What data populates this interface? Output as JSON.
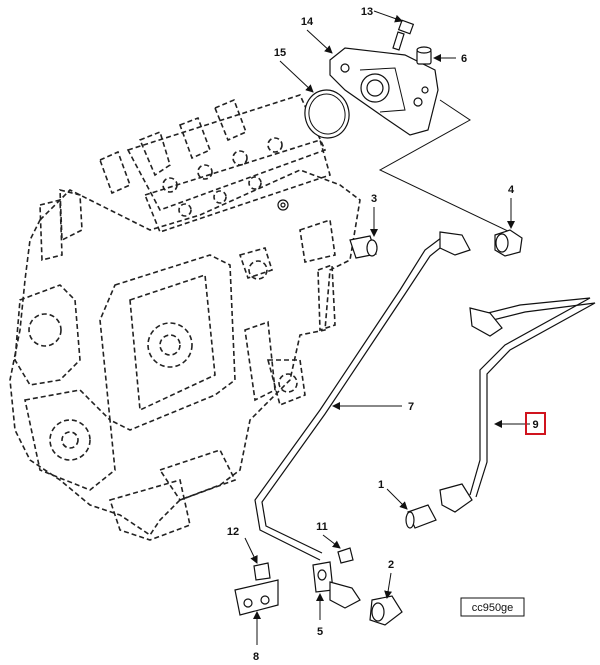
{
  "diagram": {
    "reference_code": "cc950ge",
    "highlight_color": "#d0141e",
    "highlighted_callout": "9",
    "callouts": [
      {
        "id": "c13",
        "label": "13"
      },
      {
        "id": "c14",
        "label": "14"
      },
      {
        "id": "c6",
        "label": "6"
      },
      {
        "id": "c15",
        "label": "15"
      },
      {
        "id": "c4",
        "label": "4"
      },
      {
        "id": "c3",
        "label": "3"
      },
      {
        "id": "c7",
        "label": "7"
      },
      {
        "id": "c9",
        "label": "9"
      },
      {
        "id": "c1",
        "label": "1"
      },
      {
        "id": "c12",
        "label": "12"
      },
      {
        "id": "c11",
        "label": "11"
      },
      {
        "id": "c2",
        "label": "2"
      },
      {
        "id": "c5",
        "label": "5"
      },
      {
        "id": "c8",
        "label": "8"
      }
    ]
  }
}
